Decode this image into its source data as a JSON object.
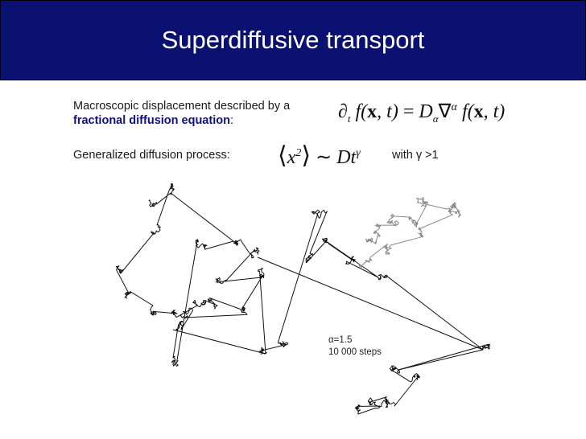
{
  "slide": {
    "title": "Superdiffusive transport",
    "line1_a": "Macroscopic displacement described by a",
    "line1_b": "fractional diffusion equation",
    "line1_colon": ":",
    "line2_label": "Generalized diffusion process:",
    "line2_with": "with γ >1",
    "equation1": "∂t f(x,t) = Dα ∇α f(x,t)",
    "equation2": "⟨x²⟩ ∼ D t^γ",
    "annotation_alpha": "α=1.5",
    "annotation_steps": "10 000 steps"
  },
  "colors": {
    "title_bg": "#0a1170",
    "title_text": "#ffffff",
    "accent_text": "#101080",
    "walk_black": "#111111",
    "walk_gray": "#8a8a8a"
  }
}
